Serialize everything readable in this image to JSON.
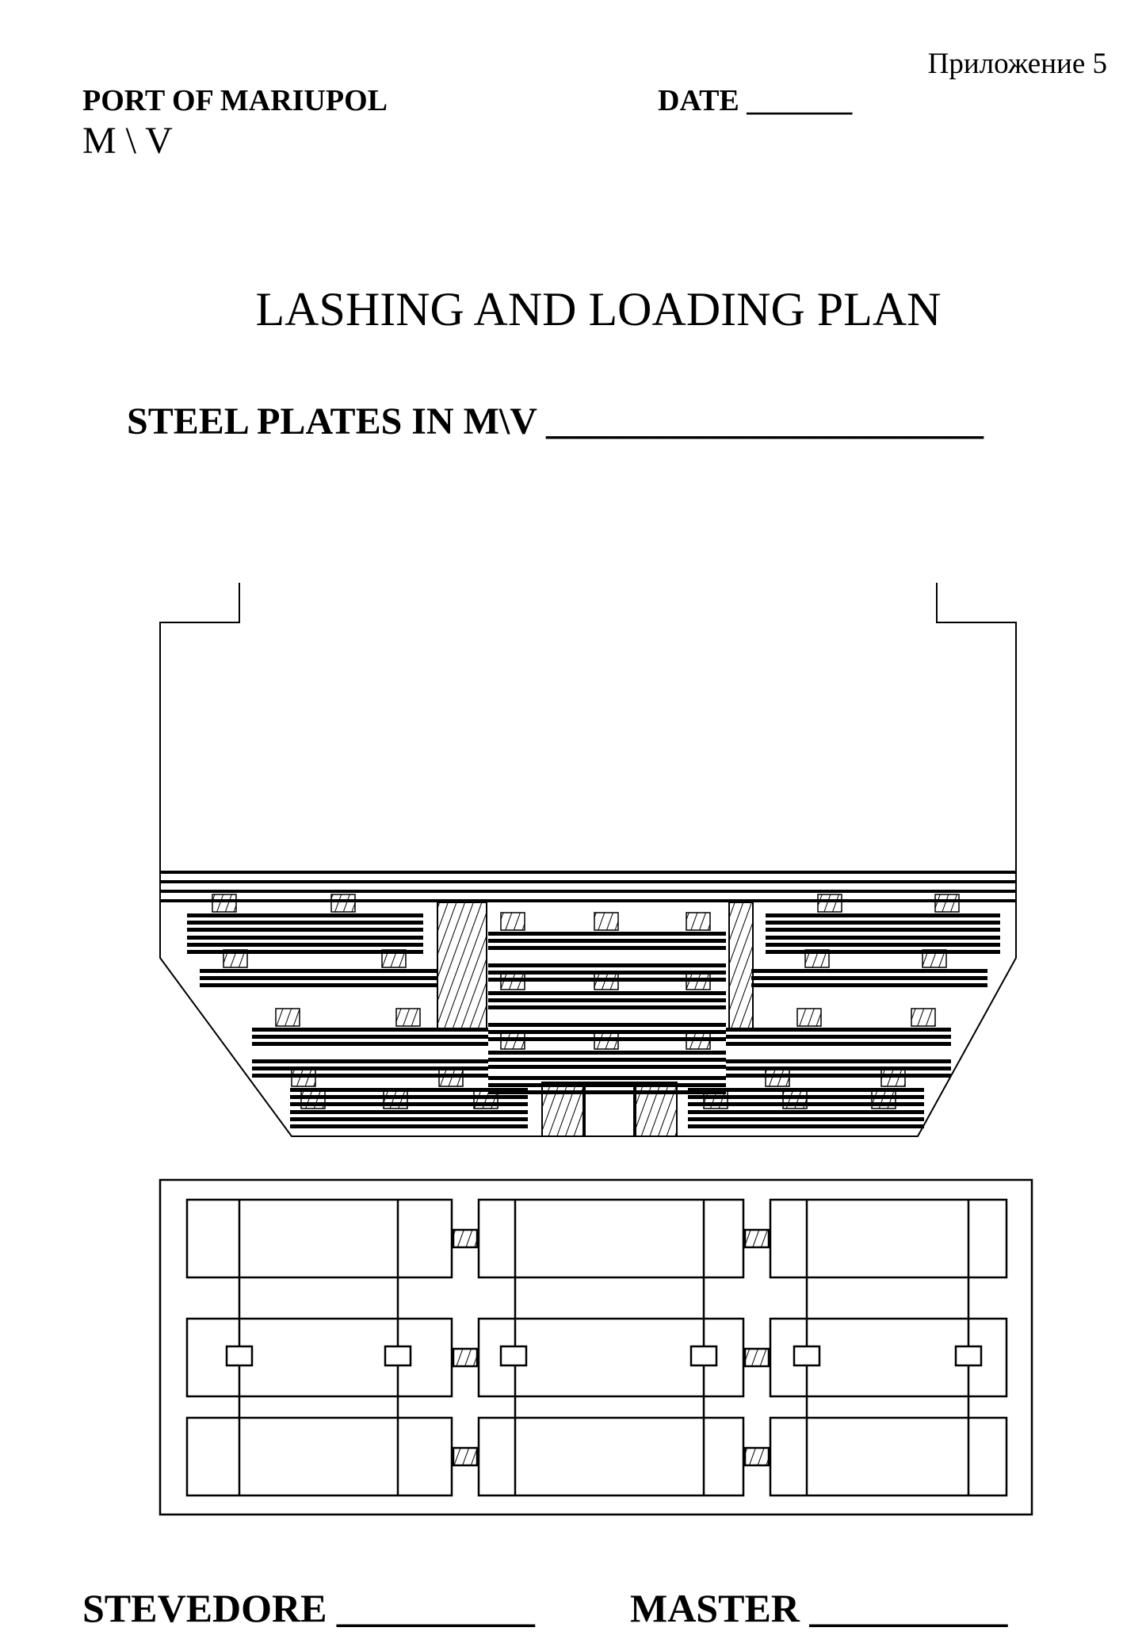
{
  "header": {
    "appendix_label": "Приложение 5",
    "port": "PORT OF MARIUPOL",
    "vessel_prefix": "M \\ V",
    "date_label": "DATE _______"
  },
  "main": {
    "title": "LASHING AND LOADING PLAN",
    "subtitle": "STEEL PLATES IN M\\V _______________________"
  },
  "footer": {
    "stevedore_label": "STEVEDORE __________",
    "master_label": "MASTER __________"
  },
  "colors": {
    "ink": "#000000",
    "paper": "#ffffff"
  }
}
